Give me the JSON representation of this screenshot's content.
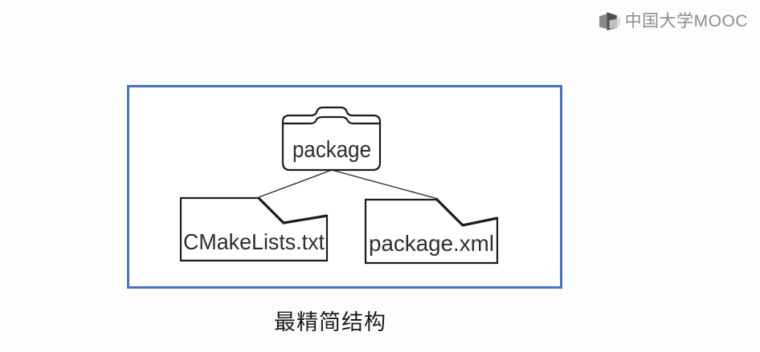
{
  "logo": {
    "text": "中国大学MOOC",
    "color": "#8d8d8d"
  },
  "frame": {
    "accent_color": "#4472C4"
  },
  "diagram": {
    "folder": {
      "label": "package"
    },
    "files": [
      {
        "label": "CMakeLists.txt"
      },
      {
        "label": "package.xml"
      }
    ]
  },
  "caption": {
    "text": "最精简结构",
    "color": "#1a1a1a"
  }
}
